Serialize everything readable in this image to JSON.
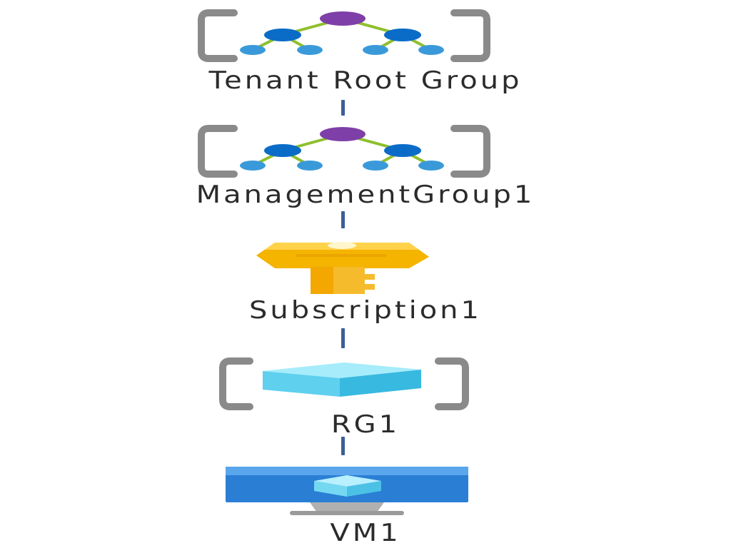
{
  "nodes": [
    {
      "label": "Tenant Root Group",
      "icon": "management-group-icon"
    },
    {
      "label": "ManagementGroup1",
      "icon": "management-group-icon"
    },
    {
      "label": "Subscription1",
      "icon": "subscription-key-icon"
    },
    {
      "label": "RG1",
      "icon": "resource-group-icon"
    },
    {
      "label": "VM1",
      "icon": "virtual-machine-icon"
    }
  ],
  "colors": {
    "root_node": "#7e3fa8",
    "mid_node": "#0b6cc7",
    "leaf_node": "#3a9ad9",
    "link": "#8fbf2e",
    "bracket": "#8a8a8a",
    "key": "#f4b400",
    "cube": "#5fd0ee",
    "monitor": "#2a7fd4",
    "connector": "#3a5f95",
    "text": "#2b2b2b"
  }
}
